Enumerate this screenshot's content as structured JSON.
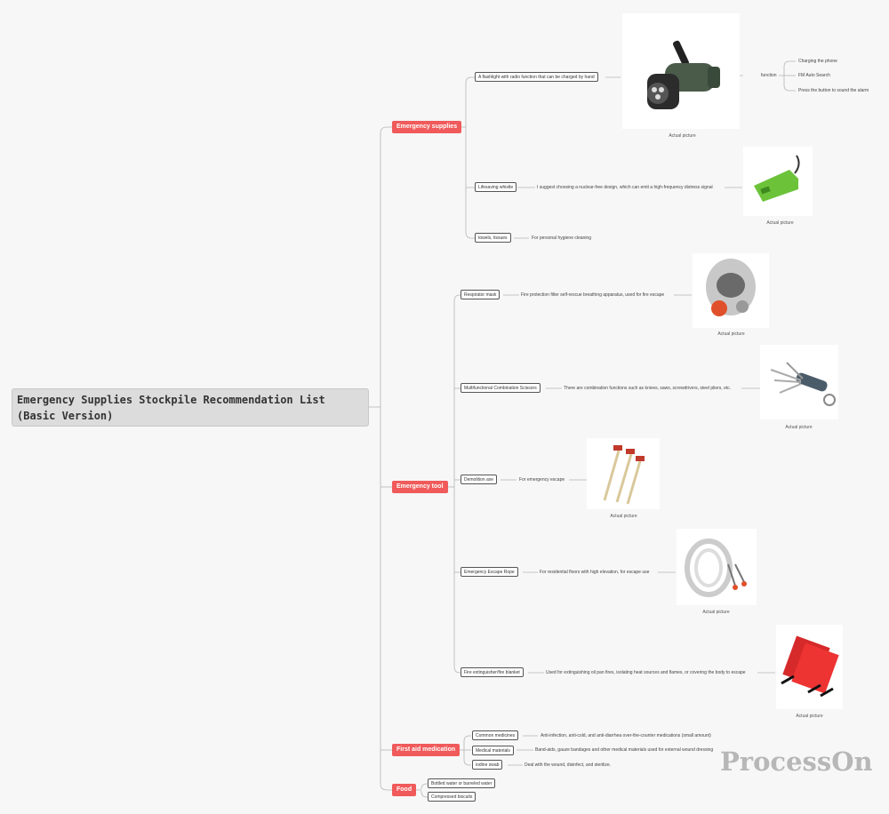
{
  "root": {
    "title": "Emergency Supplies Stockpile Recommendation List (Basic Version)"
  },
  "categories": {
    "supplies": {
      "label": "Emergency supplies",
      "flashlight": {
        "label": "A flashlight with radio function that can be charged by hand",
        "caption": "Actual picture",
        "function_label": "function",
        "functions": [
          "Charging the phone",
          "FM Auto Search",
          "Press the button to sound the alarm"
        ]
      },
      "whistle": {
        "label": "Lifesaving whistle",
        "note": "I suggest choosing a nuclear-free design, which can emit a high-frequency distress signal",
        "caption": "Actual picture"
      },
      "towels": {
        "label": "towels, tissues",
        "note": "For personal hygiene cleaning"
      }
    },
    "tool": {
      "label": "Emergency tool",
      "mask": {
        "label": "Respirator mask",
        "note": "Fire protection filter self-rescue breathing apparatus, used for fire escape",
        "caption": "Actual picture"
      },
      "scissors": {
        "label": "Multifunctional Combination Scissors",
        "note": "There are combination functions such as knives, saws, screwdrivers, steel pliers, etc.",
        "caption": "Actual picture"
      },
      "axe": {
        "label": "Demolition axe",
        "note": "For emergency escape",
        "caption": "Actual picture"
      },
      "rope": {
        "label": "Emergency Escape Rope",
        "note": "For residential floors with high elevation, for escape use",
        "caption": "Actual picture"
      },
      "blanket": {
        "label": "Fire extinguisher/fire blanket",
        "note": "Used for extinguishing oil pan fires, isolating heat sources and flames, or covering the body to escape",
        "caption": "Actual picture"
      }
    },
    "medication": {
      "label": "First aid medication",
      "medicines": {
        "label": "Common medicines",
        "note": "Anti-infection, anti-cold, and anti-diarrhea over-the-counter medications (small amount)"
      },
      "materials": {
        "label": "Medical materials",
        "note": "Band-aids, gauze bandages and other medical materials used for external wound dressing"
      },
      "iodine": {
        "label": "iodine swab",
        "note": "Deal with the wound, disinfect, and sterilize."
      }
    },
    "food": {
      "label": "Food",
      "items": [
        "Bottled water or barreled water",
        "Compressed biscuits"
      ]
    }
  },
  "watermark": "ProcessOn",
  "colors": {
    "category": "#f05a5a",
    "line": "#b5b5b5",
    "background": "#f7f7f7"
  }
}
